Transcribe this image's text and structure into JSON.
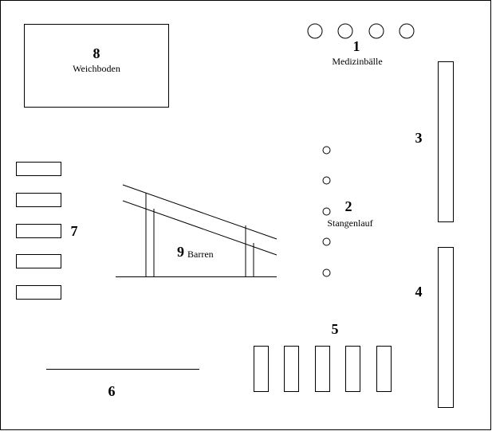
{
  "stations": {
    "medizinballe": {
      "number": "1",
      "label": "Medizinbälle"
    },
    "stangenlauf": {
      "number": "2",
      "label": "Stangenlauf"
    },
    "bench_3": {
      "number": "3"
    },
    "bench_4": {
      "number": "4"
    },
    "boxes_5": {
      "number": "5"
    },
    "line_6": {
      "number": "6"
    },
    "boxes_7": {
      "number": "7"
    },
    "weichboden": {
      "number": "8",
      "label": "Weichboden"
    },
    "barren": {
      "number": "9",
      "label": "Barren"
    }
  }
}
